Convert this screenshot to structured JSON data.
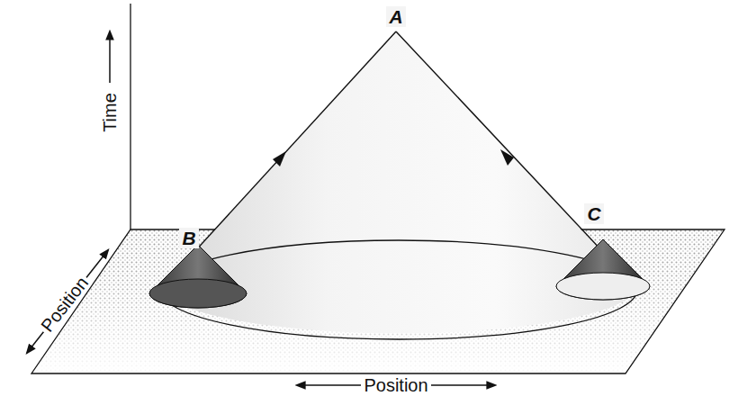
{
  "diagram": {
    "labels": [
      "A",
      "B",
      "C",
      "Time",
      "Position",
      "Position"
    ]
  }
}
